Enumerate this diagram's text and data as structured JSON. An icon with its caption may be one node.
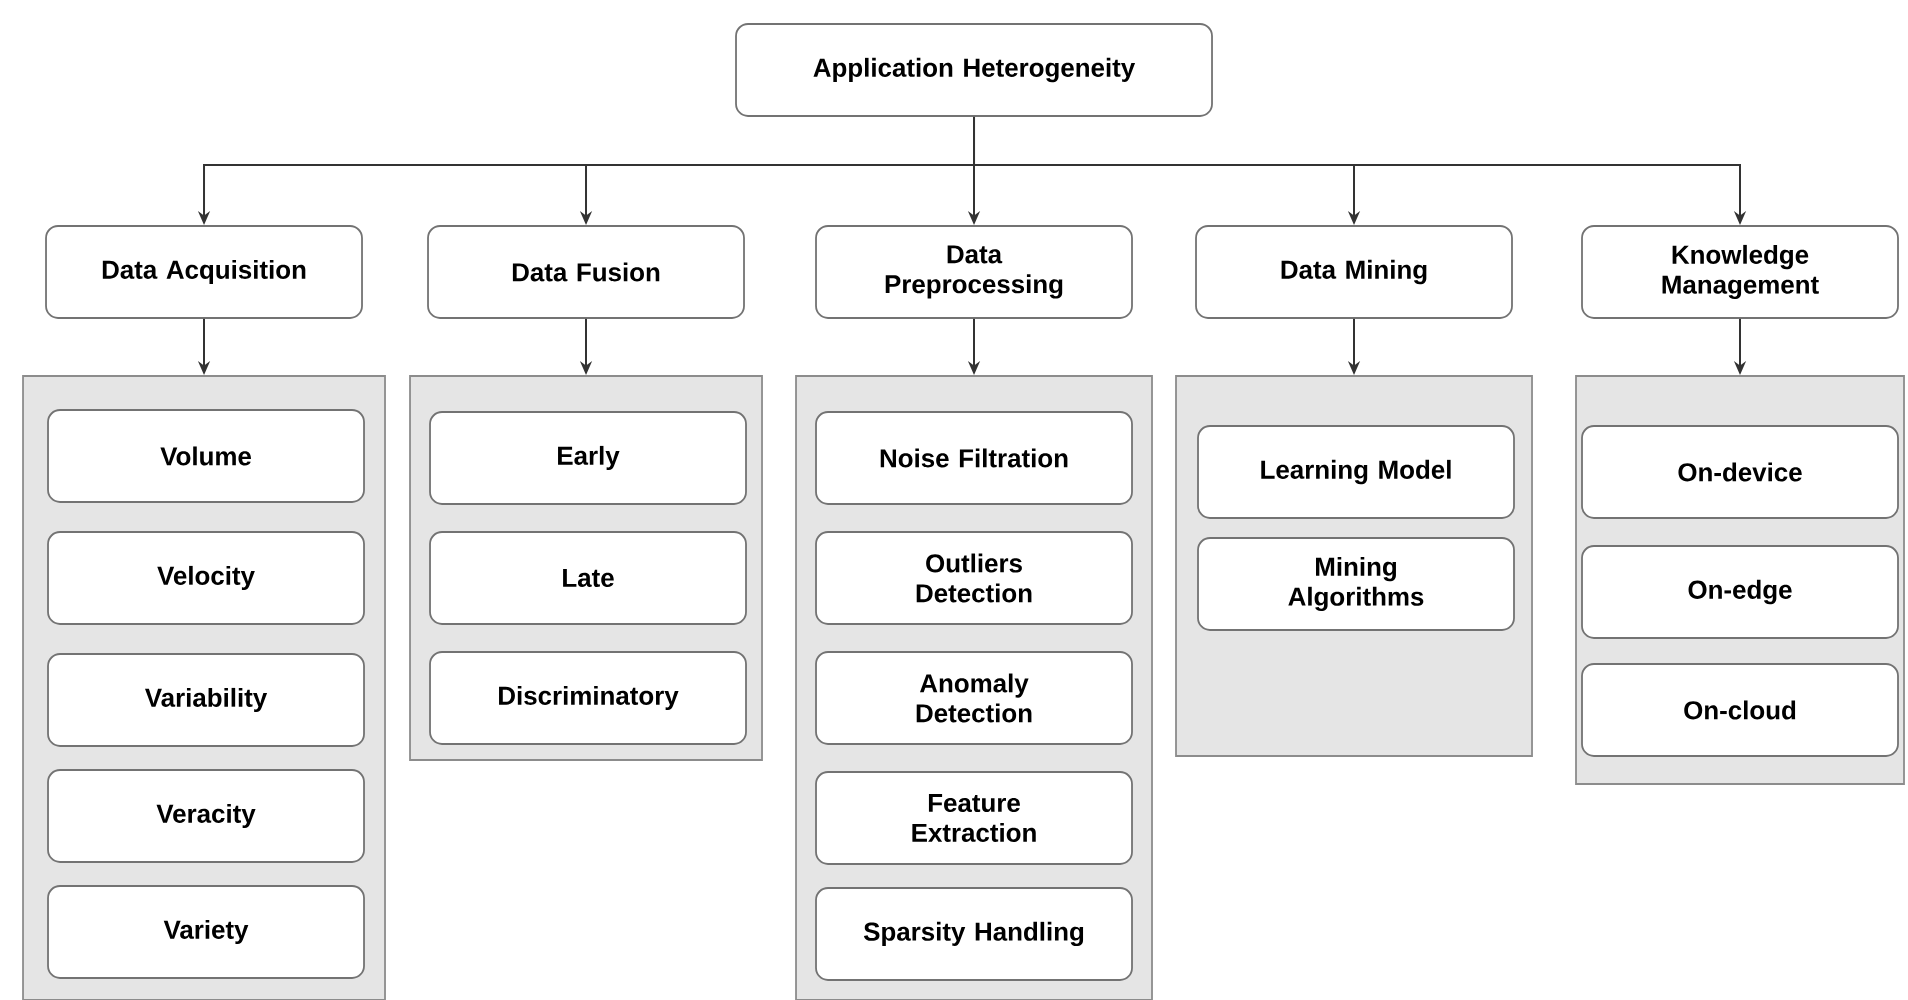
{
  "diagram": {
    "nodes": [
      {
        "text": [
          "Application Heterogeneity"
        ]
      },
      {
        "text": [
          "Data Acquisition"
        ]
      },
      {
        "text": [
          "Data Fusion"
        ]
      },
      {
        "text": [
          "Data Preprocessing"
        ]
      },
      {
        "text": [
          "Data Mining"
        ]
      },
      {
        "text": [
          "Knowledge Management"
        ]
      },
      {
        "text": [],
        "shape": "box"
      },
      {
        "text": [
          "Volume"
        ],
        "in": 6
      },
      {
        "text": [
          "Velocity"
        ],
        "in": 6
      },
      {
        "text": [
          "Variability"
        ],
        "in": 6
      },
      {
        "text": [
          "Veracity"
        ],
        "in": 6
      },
      {
        "text": [
          "Variety"
        ],
        "in": 6
      },
      {
        "text": [],
        "shape": "box"
      },
      {
        "text": [
          "Early"
        ],
        "in": 12
      },
      {
        "text": [
          "Late"
        ],
        "in": 12
      },
      {
        "text": [
          "Discriminatory"
        ],
        "in": 12
      },
      {
        "text": [],
        "shape": "box"
      },
      {
        "text": [
          "Noise Filtration"
        ],
        "in": 16
      },
      {
        "text": [
          "Outliers Detection"
        ],
        "in": 16
      },
      {
        "text": [
          "Anomaly Detection"
        ],
        "in": 16
      },
      {
        "text": [
          "Feature Extraction"
        ],
        "in": 16
      },
      {
        "text": [
          "Sparsity Handling"
        ],
        "in": 16
      },
      {
        "text": [],
        "shape": "box"
      },
      {
        "text": [
          "Learning Model"
        ],
        "in": 22
      },
      {
        "text": [
          "Mining Algorithms"
        ],
        "in": 22
      },
      {
        "text": [],
        "shape": "box"
      },
      {
        "text": [
          "On-device"
        ],
        "in": 25
      },
      {
        "text": [
          "On-edge"
        ],
        "in": 25
      },
      {
        "text": [
          "On-cloud"
        ],
        "in": 25
      }
    ],
    "edges": [
      {
        "from": 0,
        "to": 1,
        "arrow": "to"
      },
      {
        "from": 0,
        "to": 2,
        "arrow": "to"
      },
      {
        "from": 0,
        "to": 3,
        "arrow": "to"
      },
      {
        "from": 0,
        "to": 4,
        "arrow": "to"
      },
      {
        "from": 0,
        "to": 5,
        "arrow": "to"
      },
      {
        "from": 1,
        "to": 6,
        "arrow": "to"
      },
      {
        "from": 2,
        "to": 12,
        "arrow": "to"
      },
      {
        "from": 3,
        "to": 16,
        "arrow": "to"
      },
      {
        "from": 4,
        "to": 22,
        "arrow": "to"
      },
      {
        "from": 5,
        "to": 25,
        "arrow": "to"
      }
    ]
  }
}
